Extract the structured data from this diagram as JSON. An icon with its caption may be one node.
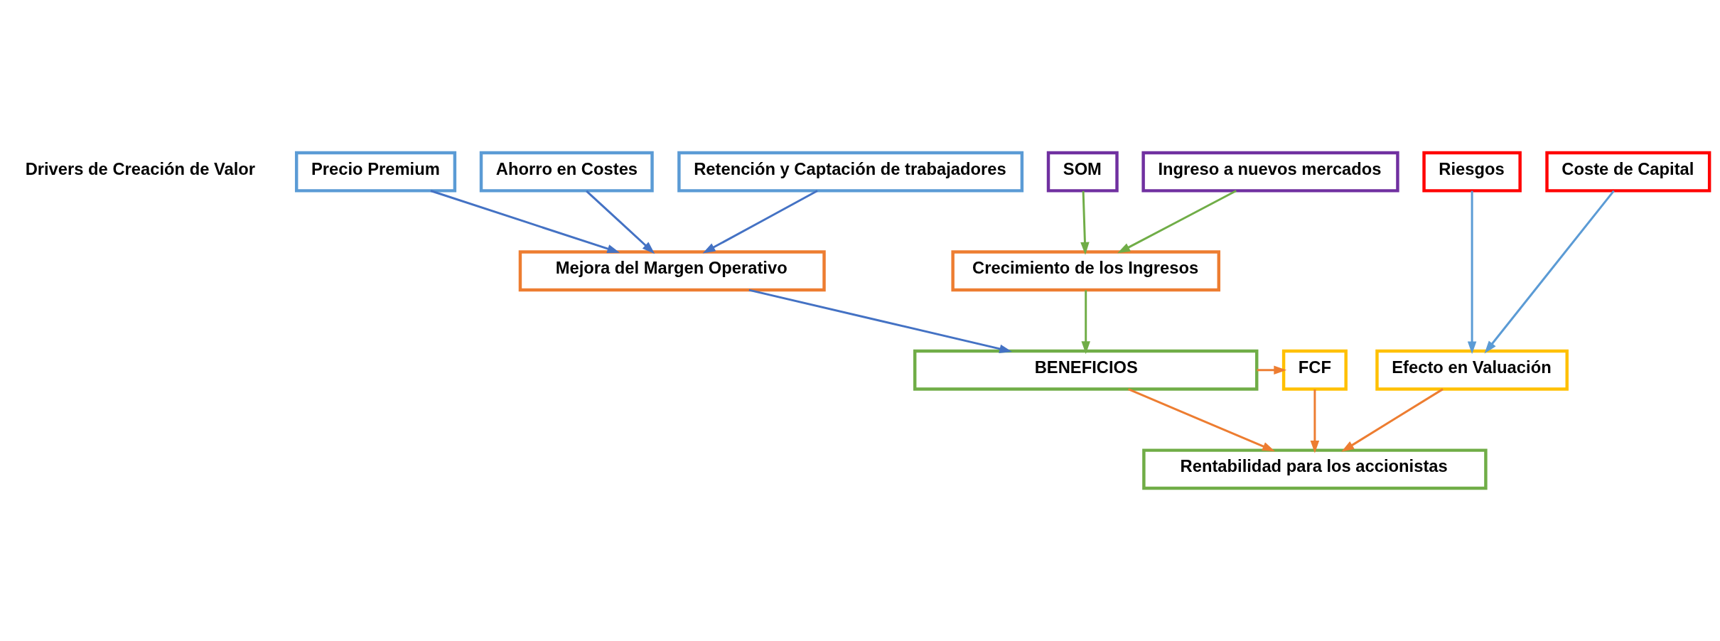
{
  "diagram": {
    "nodes": [
      {
        "text": [
          "Precio Premium"
        ]
      },
      {
        "text": [
          "Ahorro en Costes"
        ]
      },
      {
        "text": [
          "Retención y Captación de trabajadores"
        ]
      },
      {
        "text": [
          "SOM"
        ]
      },
      {
        "text": [
          "Ingreso a nuevos mercados"
        ]
      },
      {
        "text": [
          "Riesgos"
        ]
      },
      {
        "text": [
          "Coste de Capital"
        ]
      },
      {
        "text": [
          "Mejora del Margen Operativo"
        ]
      },
      {
        "text": [
          "Crecimiento de los Ingresos"
        ]
      },
      {
        "text": [
          "BENEFICIOS"
        ]
      },
      {
        "text": [
          "FCF"
        ]
      },
      {
        "text": [
          "Efecto en Valuación"
        ]
      },
      {
        "text": [
          "Rentabilidad para los accionistas"
        ]
      }
    ],
    "edges": [
      {
        "from": 0,
        "to": 7,
        "arrow": "to",
        "color": "#4472c4"
      },
      {
        "from": 1,
        "to": 7,
        "arrow": "to",
        "color": "#4472c4"
      },
      {
        "from": 2,
        "to": 7,
        "arrow": "to",
        "color": "#4472c4"
      },
      {
        "from": 3,
        "to": 8,
        "arrow": "to",
        "color": "#70ad47"
      },
      {
        "from": 4,
        "to": 8,
        "arrow": "to",
        "color": "#70ad47"
      },
      {
        "from": 5,
        "to": 11,
        "arrow": "to",
        "color": "#5b9bd5"
      },
      {
        "from": 6,
        "to": 11,
        "arrow": "to",
        "color": "#5b9bd5"
      },
      {
        "from": 7,
        "to": 9,
        "arrow": "to",
        "color": "#4472c4"
      },
      {
        "from": 8,
        "to": 9,
        "arrow": "to",
        "color": "#70ad47"
      },
      {
        "from": 9,
        "to": 10,
        "arrow": "to",
        "color": "#ed7d31"
      },
      {
        "from": 9,
        "to": 12,
        "arrow": "to",
        "color": "#ed7d31"
      },
      {
        "from": 10,
        "to": 12,
        "arrow": "to",
        "color": "#ed7d31"
      },
      {
        "from": 11,
        "to": 12,
        "arrow": "to",
        "color": "#ed7d31"
      }
    ],
    "labels": [
      "Drivers de Creación de Valor"
    ]
  }
}
